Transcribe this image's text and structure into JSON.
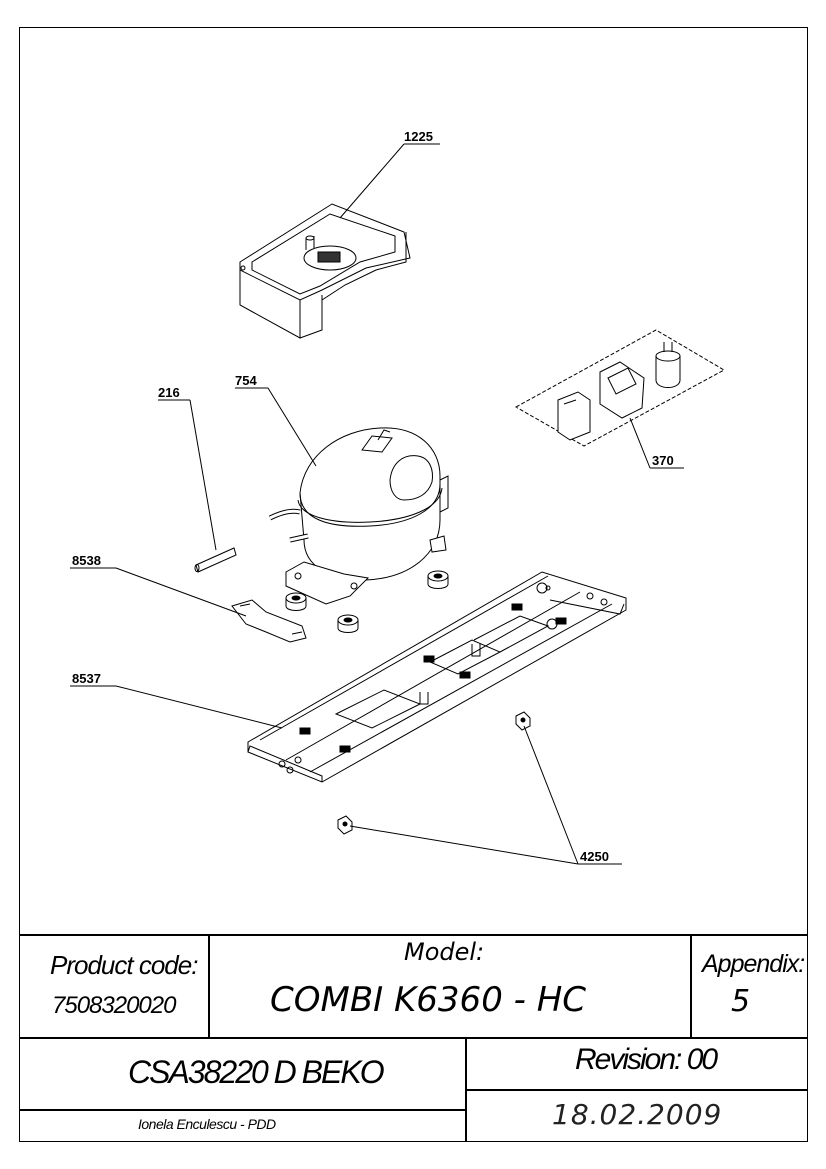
{
  "callouts": {
    "c1225": "1225",
    "c754": "754",
    "c216": "216",
    "c370": "370",
    "c8538": "8538",
    "c8537": "8537",
    "c4250": "4250"
  },
  "title_block": {
    "product_code_label": "Product code:",
    "product_code": "7508320020",
    "model_label": "Model:",
    "model": "COMBI K6360 - HC",
    "appendix_label": "Appendix:",
    "appendix": "5",
    "compressor": "CSA38220 D BEKO",
    "revision": "Revision: 00",
    "author": "Ionela Enculescu - PDD",
    "date": "18.02.2009"
  }
}
